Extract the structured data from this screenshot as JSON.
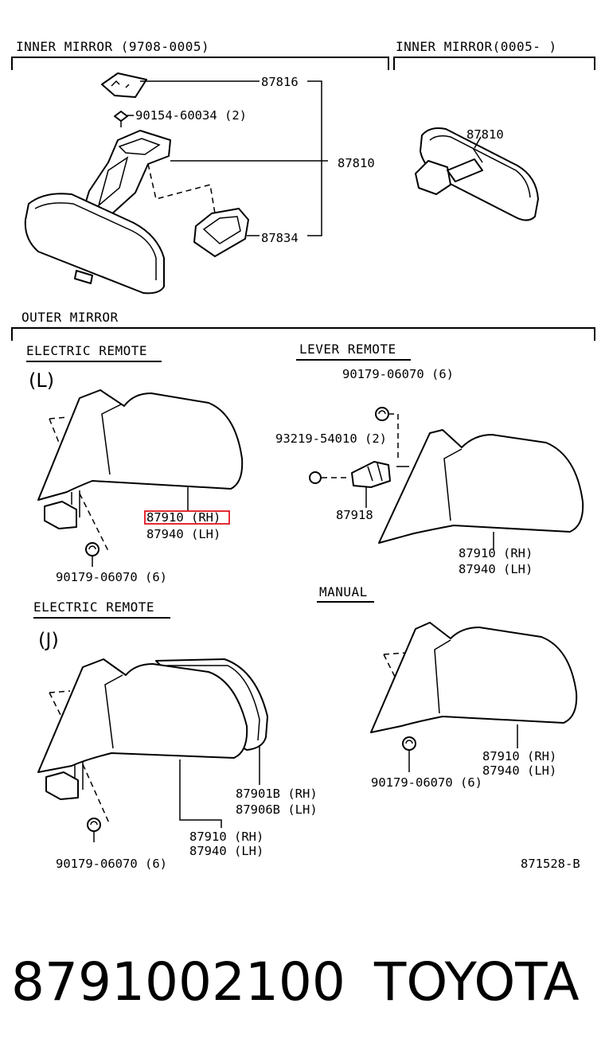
{
  "sections": {
    "inner_a": "INNER MIRROR (9708-0005)",
    "inner_b": "INNER MIRROR(0005-      )",
    "outer": "OUTER MIRROR",
    "electric_l": "ELECTRIC REMOTE",
    "electric_l_code": "(L)",
    "lever": "LEVER REMOTE",
    "electric_j": "ELECTRIC REMOTE",
    "electric_j_code": "(J)",
    "manual": "MANUAL"
  },
  "labels": {
    "p87816": "87816",
    "p90154": "90154-60034 (2)",
    "p87810a": "87810",
    "p87834": "87834",
    "p87810b": "87810",
    "l_rh": "87910 (RH)",
    "l_lh": "87940 (LH)",
    "l_screw": "90179-06070 (6)",
    "lv_screw": "90179-06070 (6)",
    "lv_bulb_screw": "93219-54010 (2)",
    "lv_87918": "87918",
    "lv_rh": "87910 (RH)",
    "lv_lh": "87940 (LH)",
    "j_901b": "87901B (RH)",
    "j_906b": "87906B (LH)",
    "j_rh": "87910 (RH)",
    "j_lh": "87940 (LH)",
    "j_screw": "90179-06070 (6)",
    "m_screw": "90179-06070 (6)",
    "m_rh": "87910 (RH)",
    "m_lh": "87940 (LH)",
    "ref": "871528-B"
  },
  "footer": {
    "part_number": "8791002100",
    "brand": "TOYOTA"
  },
  "highlight_color": "#e0141e"
}
